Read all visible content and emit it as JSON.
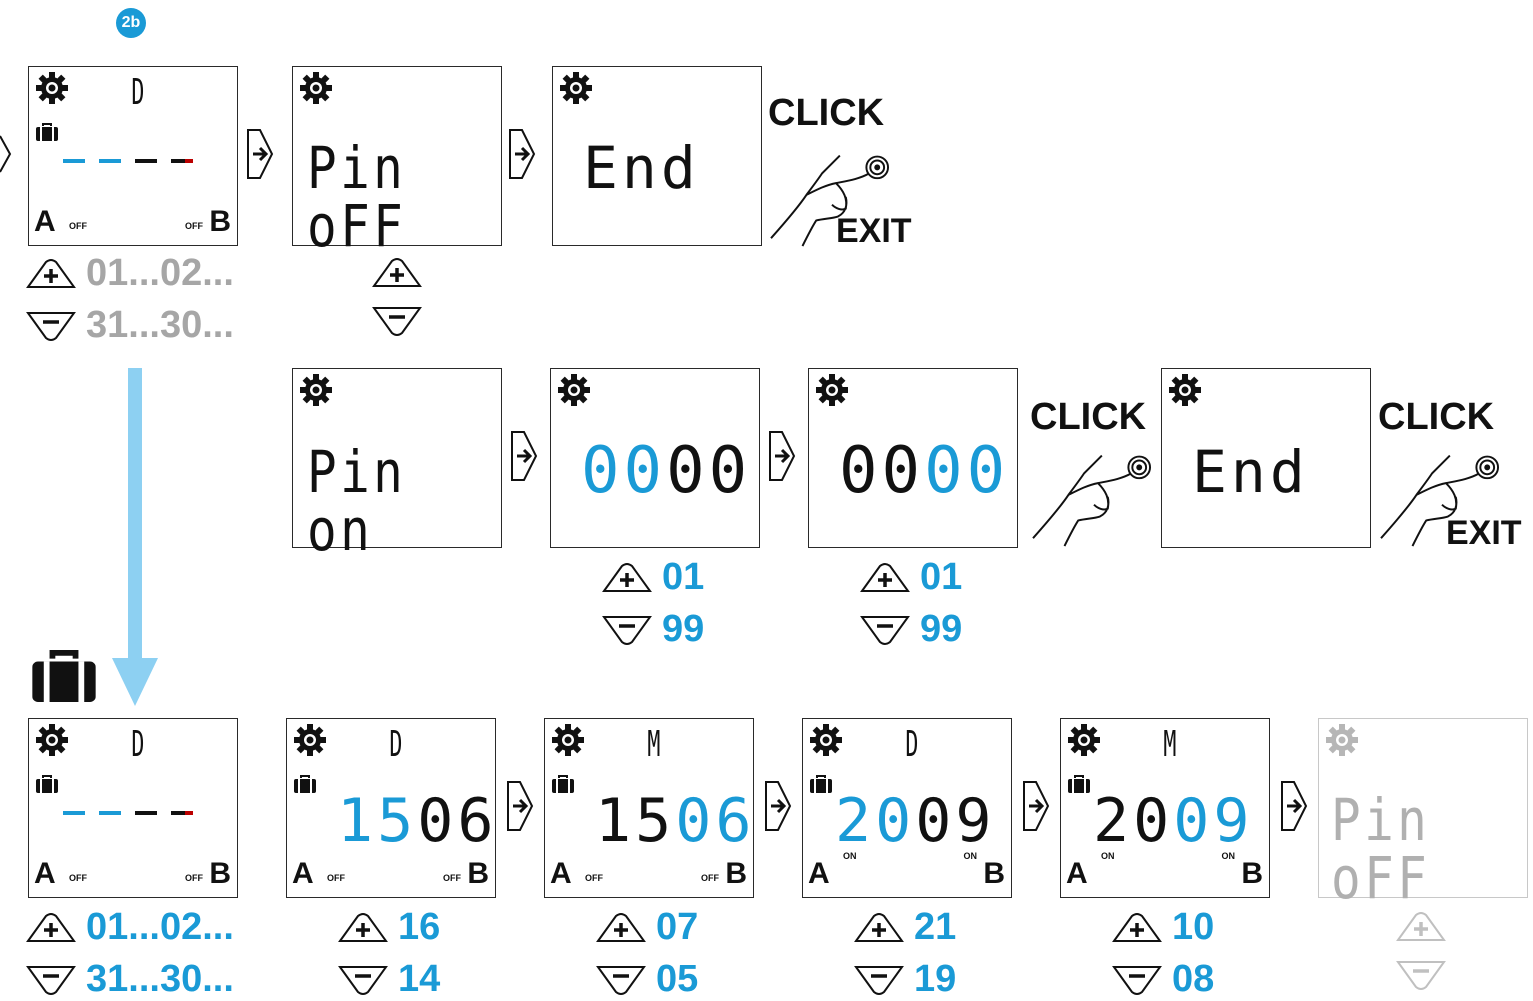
{
  "badge": "2b",
  "texts": {
    "click": "CLICK",
    "exit": "EXIT",
    "pin_off": "Pin oFF",
    "pin_on": "Pin on",
    "end": "End",
    "label_a": "A",
    "label_b": "B",
    "off": "OFF",
    "on": "ON",
    "mode_d": "D",
    "mode_m": "M"
  },
  "top_row": {
    "first_plus": "01...02...",
    "first_minus": "31...30..."
  },
  "mid_row": {
    "pin_a": {
      "blue": "00",
      "black": "00",
      "plus": "01",
      "minus": "99"
    },
    "pin_b": {
      "black": "00",
      "blue": "00",
      "plus": "01",
      "minus": "99"
    }
  },
  "bottom_row": [
    {
      "plus": "01...02...",
      "minus": "31...30..."
    },
    {
      "digits_blue": "15",
      "digits_black": "06",
      "plus": "16",
      "minus": "14"
    },
    {
      "digits_black": "15",
      "digits_blue": "06",
      "plus": "07",
      "minus": "05"
    },
    {
      "digits_blue": "20",
      "digits_black": "09",
      "plus": "21",
      "minus": "19"
    },
    {
      "digits_black": "20",
      "digits_blue": "09",
      "plus": "10",
      "minus": "08"
    }
  ],
  "colors": {
    "accent": "#1a9ad6",
    "grey": "#a6a6a6",
    "arrow": "#8dd0f2"
  },
  "icons": [
    "gear-icon",
    "suitcase-icon",
    "right-arrow-icon",
    "plus-button-icon",
    "minus-button-icon",
    "hand-click-icon",
    "down-arrow-icon"
  ]
}
